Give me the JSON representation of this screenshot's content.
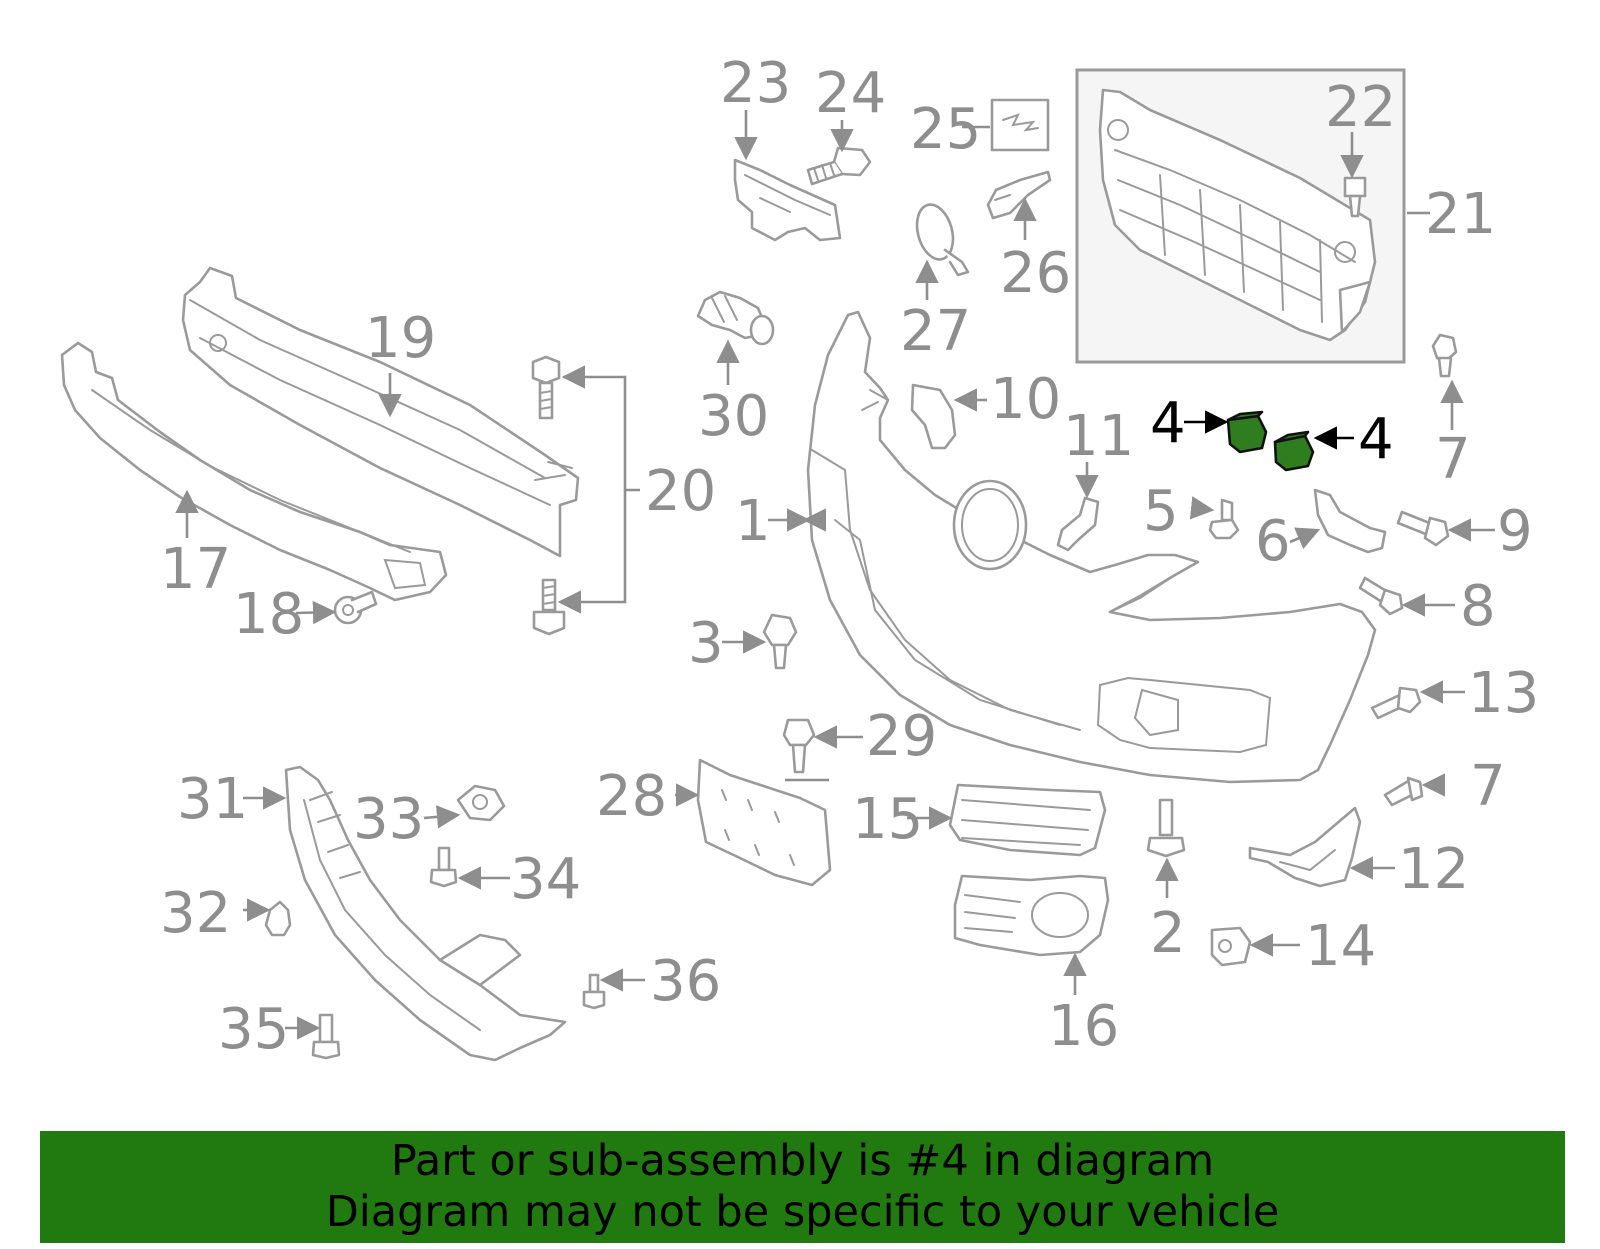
{
  "callouts": {
    "c1": "1",
    "c2": "2",
    "c3": "3",
    "c4a": "4",
    "c4b": "4",
    "c5": "5",
    "c6": "6",
    "c7a": "7",
    "c7b": "7",
    "c8": "8",
    "c9": "9",
    "c10": "10",
    "c11": "11",
    "c12": "12",
    "c13": "13",
    "c14": "14",
    "c15": "15",
    "c16": "16",
    "c17": "17",
    "c18": "18",
    "c19": "19",
    "c20": "20",
    "c21": "21",
    "c22": "22",
    "c23": "23",
    "c24": "24",
    "c25": "25",
    "c26": "26",
    "c27": "27",
    "c28": "28",
    "c29": "29",
    "c30": "30",
    "c31": "31",
    "c32": "32",
    "c33": "33",
    "c34": "34",
    "c35": "35",
    "c36": "36"
  },
  "highlight": {
    "part_number": "4",
    "color": "#2e7d1f"
  },
  "banner": {
    "line1": "Part or sub-assembly is #4 in diagram",
    "line2": "Diagram may not be specific to your vehicle",
    "background": "#207a10"
  }
}
